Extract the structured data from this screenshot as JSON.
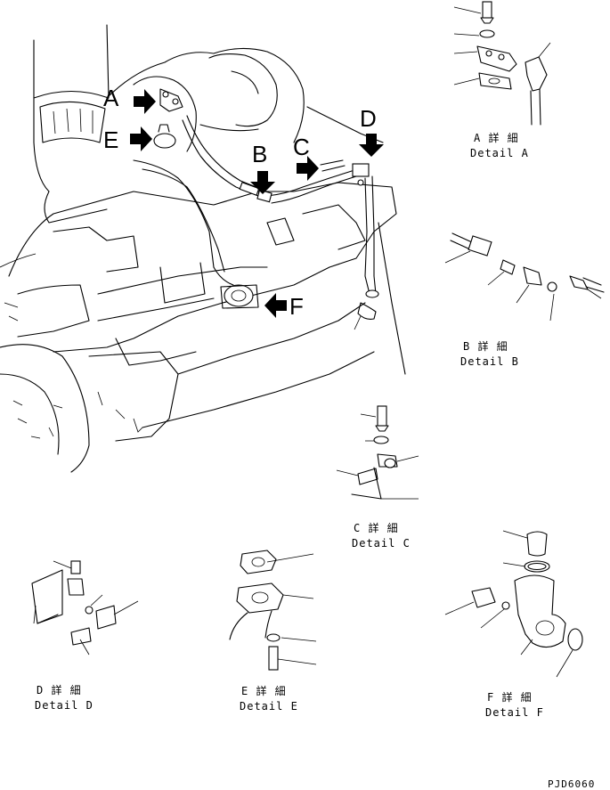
{
  "callouts": {
    "a": "A",
    "e": "E",
    "b": "B",
    "c": "C",
    "d": "D",
    "f": "F"
  },
  "details": {
    "a": {
      "jp": "A 詳 細",
      "en": "Detail A"
    },
    "b": {
      "jp": "B 詳 細",
      "en": "Detail B"
    },
    "c": {
      "jp": "C 詳 細",
      "en": "Detail C"
    },
    "d": {
      "jp": "D 詳 細",
      "en": "Detail D"
    },
    "e": {
      "jp": "E 詳 細",
      "en": "Detail E"
    },
    "f": {
      "jp": "F 詳 細",
      "en": "Detail F"
    }
  },
  "drawing_code": "PJD6060"
}
